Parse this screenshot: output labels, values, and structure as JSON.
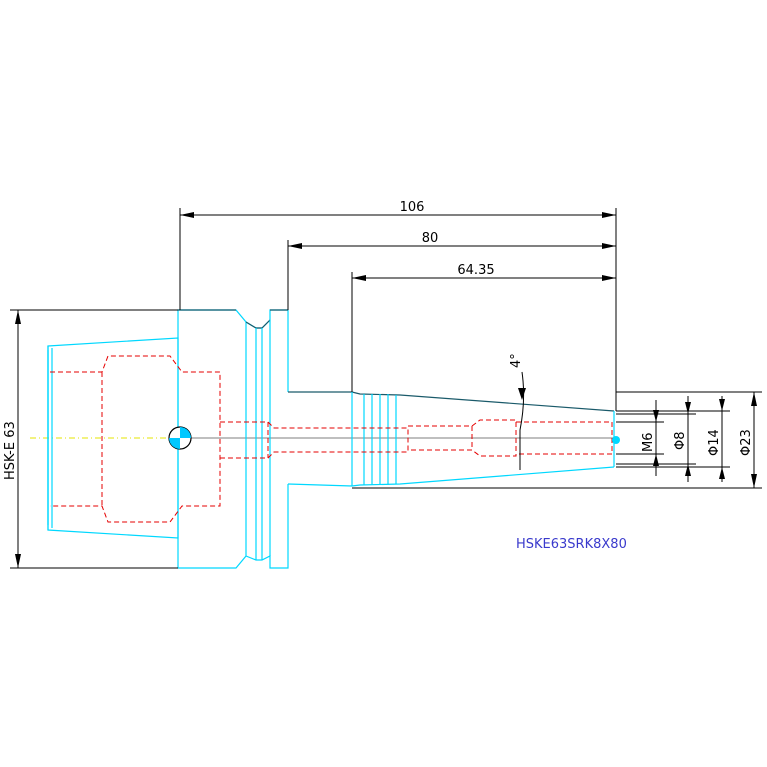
{
  "dimensions": {
    "overall_length": "106",
    "shank_length": "80",
    "taper_length": "64.35",
    "taper_angle": "4°",
    "flange": "HSK-E 63",
    "thread": "M6",
    "bore": "Φ8",
    "nose_diameter": "Φ14",
    "taper_diameter": "Φ23"
  },
  "part_number": "HSKE63SRK8X80",
  "colors": {
    "outline": "#00d8ff",
    "hidden": "#e60000",
    "centerline": "#e6e600",
    "dimension": "#000000",
    "label": "#3a3acc"
  }
}
